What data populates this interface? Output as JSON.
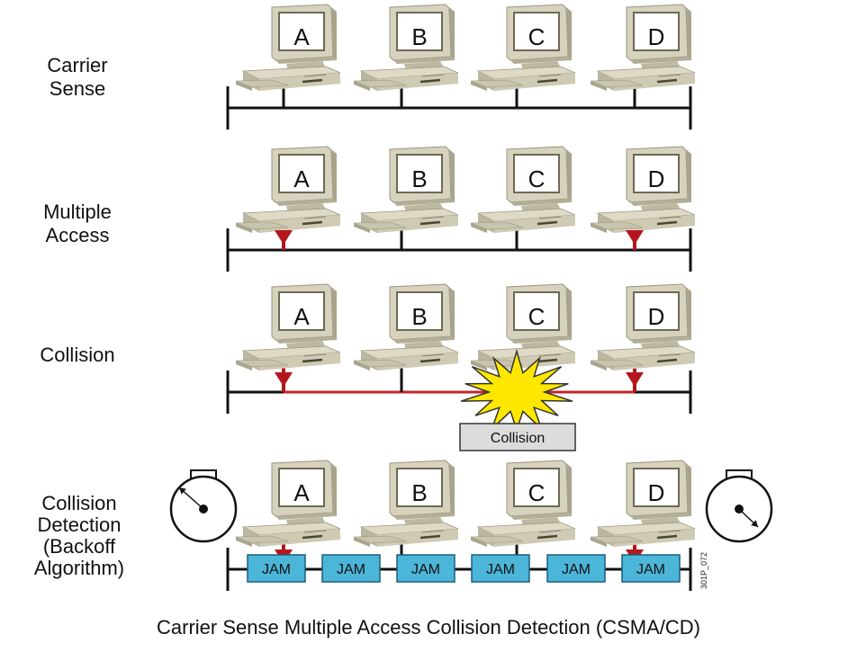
{
  "rows": [
    {
      "label_lines": [
        "Carrier",
        "Sense"
      ],
      "stations": [
        "A",
        "B",
        "C",
        "D"
      ],
      "sending": []
    },
    {
      "label_lines": [
        "Multiple",
        "Access"
      ],
      "stations": [
        "A",
        "B",
        "C",
        "D"
      ],
      "sending": [
        "A",
        "D"
      ]
    },
    {
      "label_lines": [
        "Collision"
      ],
      "stations": [
        "A",
        "B",
        "C",
        "D"
      ],
      "sending": [
        "A",
        "D"
      ],
      "collision_label": "Collision"
    },
    {
      "label_lines": [
        "Collision",
        "Detection",
        "(Backoff",
        "Algorithm)"
      ],
      "stations": [
        "A",
        "B",
        "C",
        "D"
      ],
      "sending": [
        "A",
        "D"
      ],
      "jam_labels": [
        "JAM",
        "JAM",
        "JAM",
        "JAM",
        "JAM",
        "JAM"
      ],
      "timers": [
        "left-stopwatch-icon",
        "right-stopwatch-icon"
      ]
    }
  ],
  "figure_id": "301P_072",
  "caption": "Carrier Sense Multiple Access Collision Detection (CSMA/CD)",
  "colors": {
    "bus": "#111111",
    "signal": "#c0272d",
    "arrow": "#b3171d",
    "jam": "#4cb6d9",
    "star": "#ffe800",
    "computer_body": "#cdc9b4",
    "computer_dark": "#a29d85"
  }
}
